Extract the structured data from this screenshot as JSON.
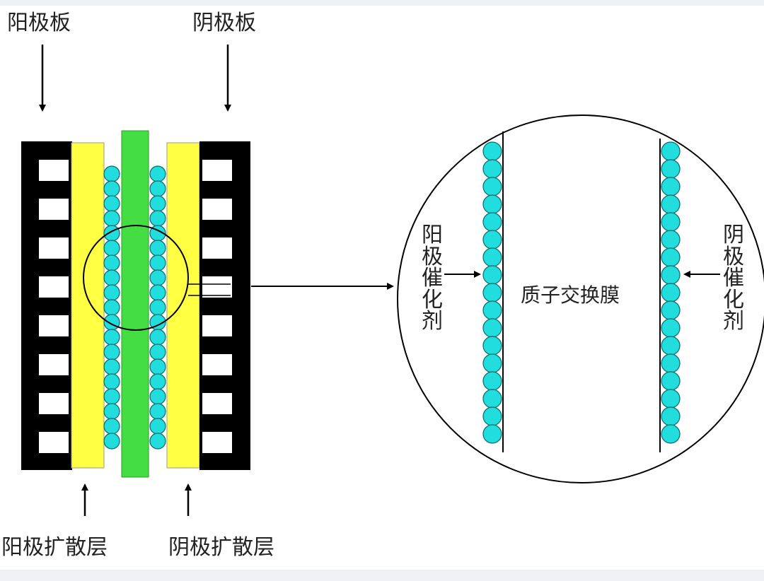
{
  "labels": {
    "anode_plate": "阳极板",
    "cathode_plate": "阴极板",
    "anode_diffusion_layer": "阳极扩散层",
    "cathode_diffusion_layer": "阴极扩散层",
    "anode_catalyst": "阳极催化剂",
    "cathode_catalyst": "阴极催化剂",
    "proton_exchange_membrane": "质子交换膜"
  },
  "colors": {
    "plate": "#000000",
    "diffusion_layer": "#ffff44",
    "membrane": "#44dd44",
    "catalyst": "#22dddd",
    "line": "#000000"
  }
}
